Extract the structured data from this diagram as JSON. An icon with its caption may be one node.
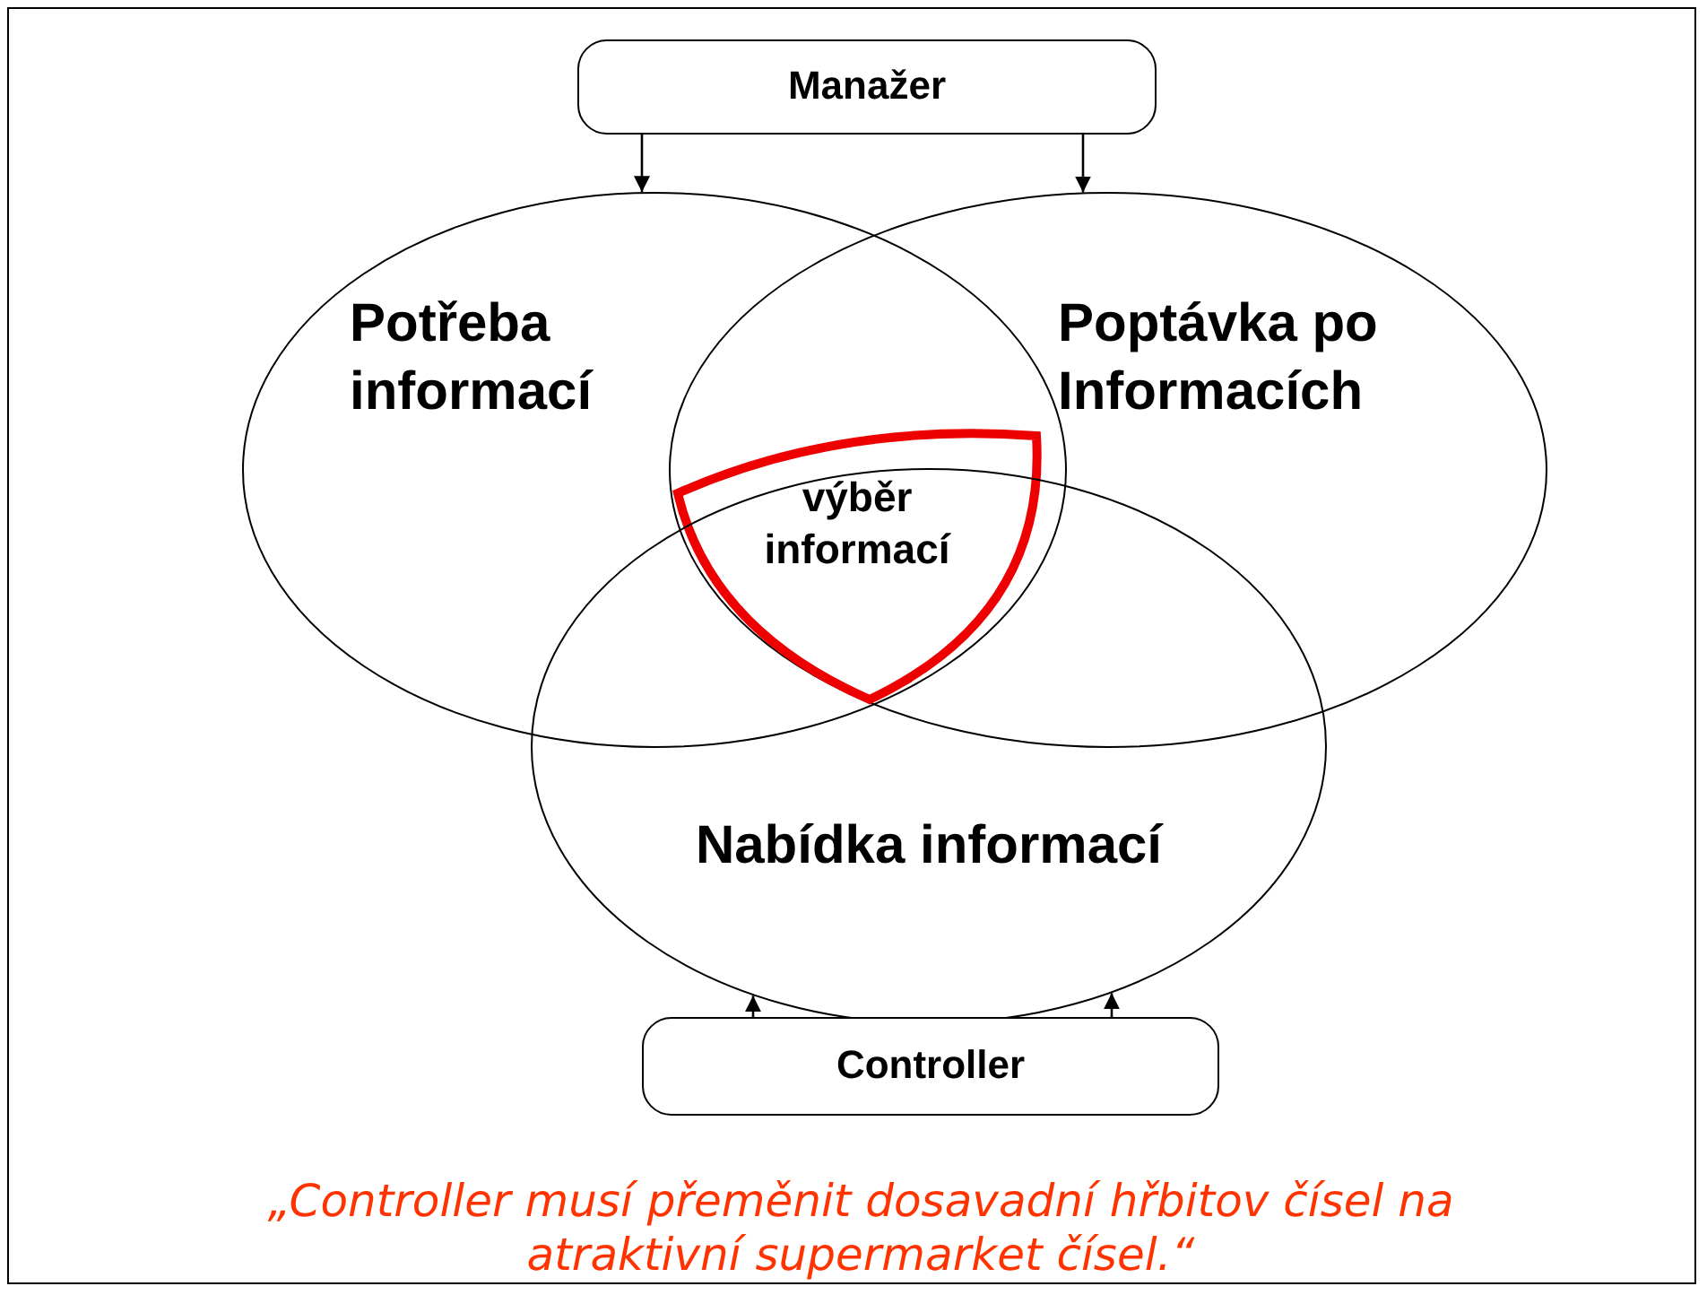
{
  "diagram": {
    "caption": "„Controller musí přeměnit dosavadní hřbitov čísel na atraktivní supermarket čísel.“",
    "nodes": [
      {
        "text": [
          "Manažer"
        ]
      },
      {
        "text": [
          "Potřeba informací"
        ]
      },
      {
        "text": [
          "Poptávka po Informacích"
        ]
      },
      {
        "text": [
          "výběr informací"
        ]
      },
      {
        "text": [
          "Nabídka informací"
        ]
      },
      {
        "text": [
          "Controller"
        ]
      }
    ],
    "edges": [
      {
        "from": 0,
        "to": 1,
        "arrow": "to"
      },
      {
        "from": 0,
        "to": 2,
        "arrow": "to"
      },
      {
        "from": 5,
        "to": 4,
        "arrow": "to"
      },
      {
        "from": 5,
        "to": 4,
        "arrow": "to"
      }
    ]
  }
}
